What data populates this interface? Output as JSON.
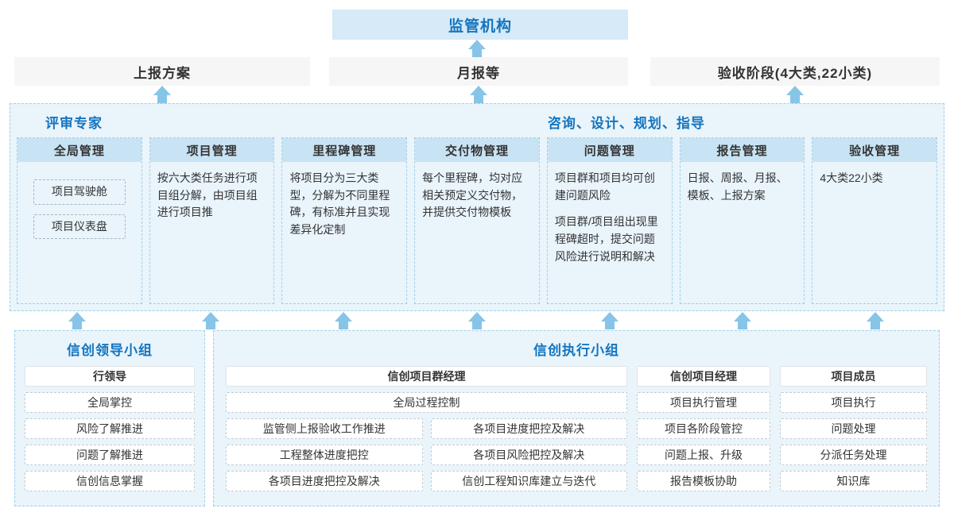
{
  "colors": {
    "accent_blue": "#1575bf",
    "arrow": "#86c5e7",
    "section_bg": "#e9f4fb",
    "header_bar_bg": "#c8e3f3",
    "top_box_bg": "#d6eaf8",
    "gray_box_bg": "#f6f6f6"
  },
  "top": {
    "regulator": "监管机构"
  },
  "row2": [
    {
      "label": "上报方案"
    },
    {
      "label": "月报等"
    },
    {
      "label": "验收阶段(4大类,22小类)"
    }
  ],
  "middle": {
    "left_title": "评审专家",
    "right_title": "咨询、设计、规划、指导",
    "columns": [
      {
        "header": "全局管理",
        "items": [
          "项目驾驶舱",
          "项目仪表盘"
        ]
      },
      {
        "header": "项目管理",
        "text": "按六大类任务进行项目组分解，由项目组进行项目推"
      },
      {
        "header": "里程碑管理",
        "text": "将项目分为三大类型，分解为不同里程碑，有标准并且实现差异化定制"
      },
      {
        "header": "交付物管理",
        "text": "每个里程碑，均对应相关预定义交付物，并提供交付物模板"
      },
      {
        "header": "问题管理",
        "paragraphs": [
          "项目群和项目均可创建问题风险",
          "项目群/项目组出现里程碑超时，提交问题风险进行说明和解决"
        ]
      },
      {
        "header": "报告管理",
        "text": "日报、周报、月报、模板、上报方案"
      },
      {
        "header": "验收管理",
        "text": "4大类22小类"
      }
    ]
  },
  "bottom": {
    "leadership": {
      "title": "信创领导小组",
      "header": "行领导",
      "items": [
        "全局掌控",
        "风险了解推进",
        "问题了解推进",
        "信创信息掌握"
      ]
    },
    "execution": {
      "title": "信创执行小组",
      "group_manager": {
        "header": "信创项目群经理",
        "full_item": "全局过程控制",
        "left_items": [
          "监管侧上报验收工作推进",
          "工程整体进度把控",
          "各项目进度把控及解决"
        ],
        "right_items": [
          "各项目进度把控及解决",
          "各项目风险把控及解决",
          "信创工程知识库建立与迭代"
        ]
      },
      "project_manager": {
        "header": "信创项目经理",
        "items": [
          "项目执行管理",
          "项目各阶段管控",
          "问题上报、升级",
          "报告模板协助"
        ]
      },
      "members": {
        "header": "项目成员",
        "items": [
          "项目执行",
          "问题处理",
          "分派任务处理",
          "知识库"
        ]
      }
    }
  }
}
